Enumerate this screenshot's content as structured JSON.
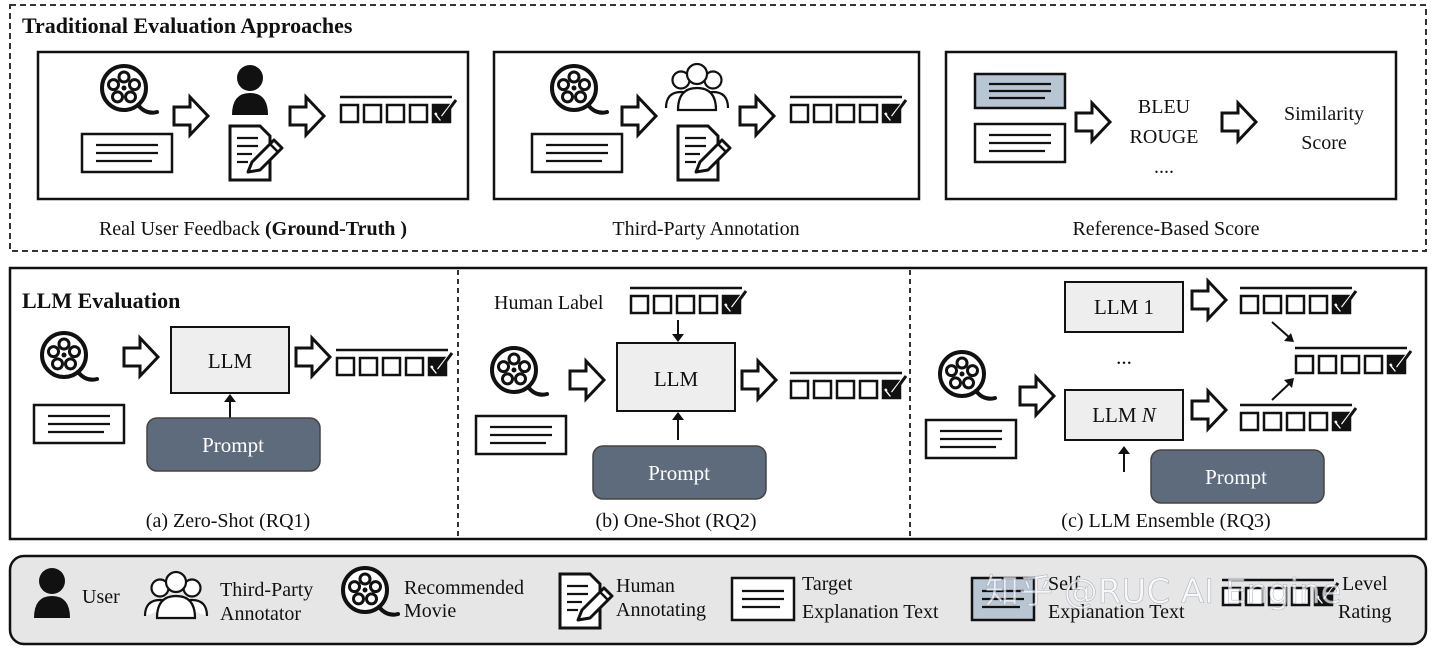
{
  "traditional": {
    "title": "Traditional Evaluation Approaches",
    "panels": [
      {
        "caption_plain": "Real User Feedback ",
        "caption_bold": "(Ground-Truth )"
      },
      {
        "caption_plain": "Third-Party Annotation"
      },
      {
        "caption_plain": "Reference-Based Score",
        "metrics": [
          "BLEU",
          "ROUGE",
          "...."
        ],
        "result": [
          "Similarity",
          "Score"
        ]
      }
    ]
  },
  "llm_eval": {
    "title": "LLM Evaluation",
    "panels": [
      {
        "caption": "(a) Zero-Shot (RQ1)",
        "llm_label": "LLM",
        "prompt_label": "Prompt"
      },
      {
        "caption": "(b) One-Shot (RQ2)",
        "human_label": "Human Label",
        "llm_label": "LLM",
        "prompt_label": "Prompt"
      },
      {
        "caption": "(c) LLM Ensemble (RQ3)",
        "llm1_label": "LLM 1",
        "ellipsis": "...",
        "llmn_prefix": "LLM ",
        "llmn_italic": "N",
        "prompt_label": "Prompt"
      }
    ]
  },
  "legend": {
    "user": "User",
    "third_party": [
      "Third-Party",
      "Annotator"
    ],
    "movie": [
      "Recommended",
      "Movie"
    ],
    "human_annotating": [
      "Human",
      "Annotating"
    ],
    "target_text": [
      "Target",
      "Explanation Text"
    ],
    "self_text": [
      "Self",
      "Explanation Text"
    ],
    "rating": [
      "Level",
      "Rating"
    ]
  },
  "watermark": "知乎 @RUC AI Engine",
  "colors": {
    "prompt_fill": "#5e6b7c",
    "llm_fill": "#eeeeee",
    "self_text_fill": "#b8c6d4",
    "legend_bg": "#e6e6e6"
  }
}
